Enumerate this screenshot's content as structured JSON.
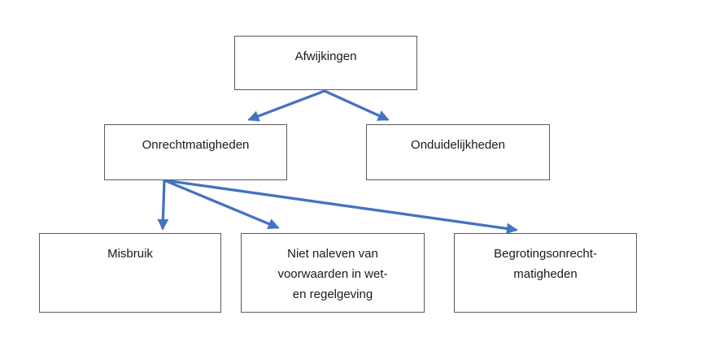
{
  "diagram": {
    "type": "hierarchy-flowchart",
    "language": "nl",
    "colors": {
      "background": "#ffffff",
      "box_fill": "#ffffff",
      "box_border": "#595959",
      "text": "#1a1a1a",
      "arrow": "#4472C4"
    },
    "nodes": {
      "afwijkingen": {
        "label": "Afwijkingen"
      },
      "onrechtmatigheden": {
        "label": "Onrechtmatigheden"
      },
      "onduidelijkheden": {
        "label": "Onduidelijkheden"
      },
      "misbruik": {
        "label": "Misbruik"
      },
      "niet_naleven": {
        "label": "Niet naleven van\nvoorwaarden in wet-\nen regelgeving"
      },
      "begrotingsonrechtmatigheden": {
        "label": "Begrotingsonrecht-\nmatigheden"
      }
    },
    "edges": [
      {
        "from": "Afwijkingen",
        "to": "Onrechtmatigheden"
      },
      {
        "from": "Afwijkingen",
        "to": "Onduidelijkheden"
      },
      {
        "from": "Onrechtmatigheden",
        "to": "Misbruik"
      },
      {
        "from": "Onrechtmatigheden",
        "to": "Niet naleven van voorwaarden in wet- en regelgeving"
      },
      {
        "from": "Onrechtmatigheden",
        "to": "Begrotingsonrecht-matigheden"
      }
    ]
  }
}
